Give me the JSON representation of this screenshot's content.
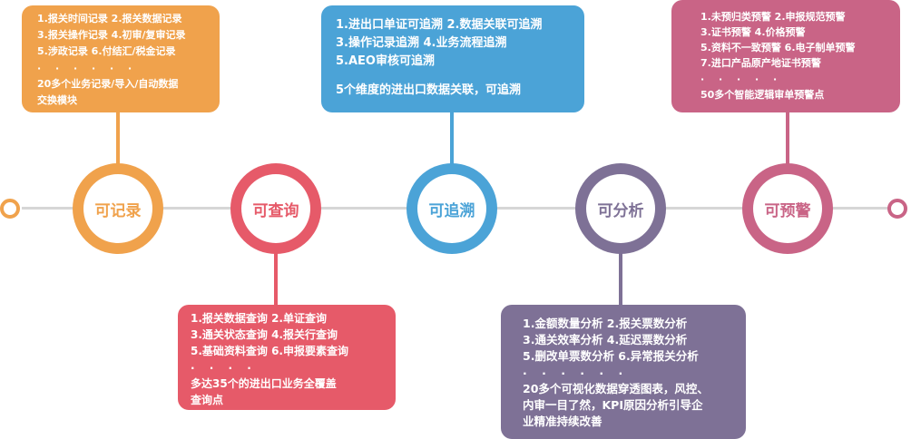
{
  "colors": {
    "orange": "#F0A24C",
    "red": "#E65A69",
    "blue": "#4BA3D7",
    "purple": "#7E7196",
    "pink": "#C96486"
  },
  "nodes": [
    {
      "label": "可记录",
      "color": "#F0A24C"
    },
    {
      "label": "可查询",
      "color": "#E65A69"
    },
    {
      "label": "可追溯",
      "color": "#4BA3D7"
    },
    {
      "label": "可分析",
      "color": "#7E7196"
    },
    {
      "label": "可预警",
      "color": "#C96486"
    }
  ],
  "cards": [
    {
      "rows": [
        "1.报关时间记录  2.报关数据记录",
        "3.报关操作记录  4.初审/复审记录",
        "5.涉政记录    6.付结汇/税金记录"
      ],
      "dots": "· · · · · ·",
      "summary": [
        "20多个业务记录/导入/自动数据",
        "交换模块"
      ]
    },
    {
      "rows": [
        "1.报关数据查询  2.单证查询",
        "3.通关状态查询  4.报关行查询",
        "5.基础资料查询  6.申报要素查询"
      ],
      "dots": "· · · ·",
      "summary": [
        "多达35个的进出口业务全覆盖",
        "查询点"
      ]
    },
    {
      "rows": [
        "1.进出口单证可追溯  2.数据关联可追溯",
        "3.操作记录追溯  4.业务流程追溯",
        "5.AEO审核可追溯"
      ],
      "dots": "",
      "summary": [
        "5个维度的进出口数据关联，可追溯"
      ]
    },
    {
      "rows": [
        "1.金额数量分析  2.报关票数分析",
        "3.通关效率分析  4.延迟票数分析",
        "5.删改单票数分析  6.异常报关分析"
      ],
      "dots": "· · · · · ·",
      "summary": [
        "20多个可视化数据穿透图表，风控、",
        "内审一目了然，KPI原因分析引导企",
        "业精准持续改善"
      ]
    },
    {
      "rows": [
        "1.未预归类预警  2.申报规范预警",
        "3.证书预警  4.价格预警",
        "5.资料不一致预警  6.电子制单预警",
        "7.进口产品原产地证书预警"
      ],
      "dots": "· · · · ·",
      "summary": [
        "50多个智能逻辑审单预警点"
      ]
    }
  ]
}
